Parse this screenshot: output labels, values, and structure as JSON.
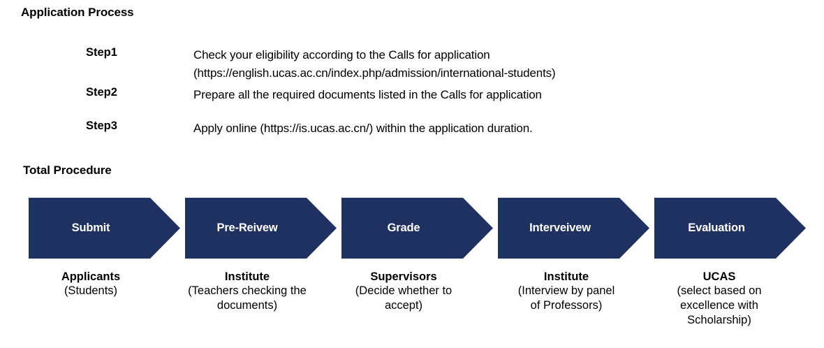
{
  "sections": {
    "application": {
      "heading": "Application Process",
      "steps": [
        {
          "label": "Step1",
          "text": "Check your eligibility according to the Calls for application\n(https://english.ucas.ac.cn/index.php/admission/international-students)"
        },
        {
          "label": "Step2",
          "text": "Prepare all the required documents listed in the Calls for application"
        },
        {
          "label": "Step3",
          "text": "Apply online (https://is.ucas.ac.cn/) within the application duration."
        }
      ]
    },
    "procedure": {
      "heading": "Total Procedure",
      "arrow_color": "#1f3160",
      "arrow_label_color": "#ffffff",
      "stages": [
        {
          "label": "Submit",
          "caption_title": "Applicants",
          "caption_sub": "(Students)"
        },
        {
          "label": "Pre-Reivew",
          "caption_title": "Institute",
          "caption_sub": "(Teachers checking the documents)"
        },
        {
          "label": "Grade",
          "caption_title": "Supervisors",
          "caption_sub": "(Decide whether to accept)"
        },
        {
          "label": "Interveivew",
          "caption_title": "Institute",
          "caption_sub": "(Interview by panel of Professors)"
        },
        {
          "label": "Evaluation",
          "caption_title": "UCAS",
          "caption_sub": "(select based on excellence with Scholarship)"
        }
      ]
    }
  }
}
